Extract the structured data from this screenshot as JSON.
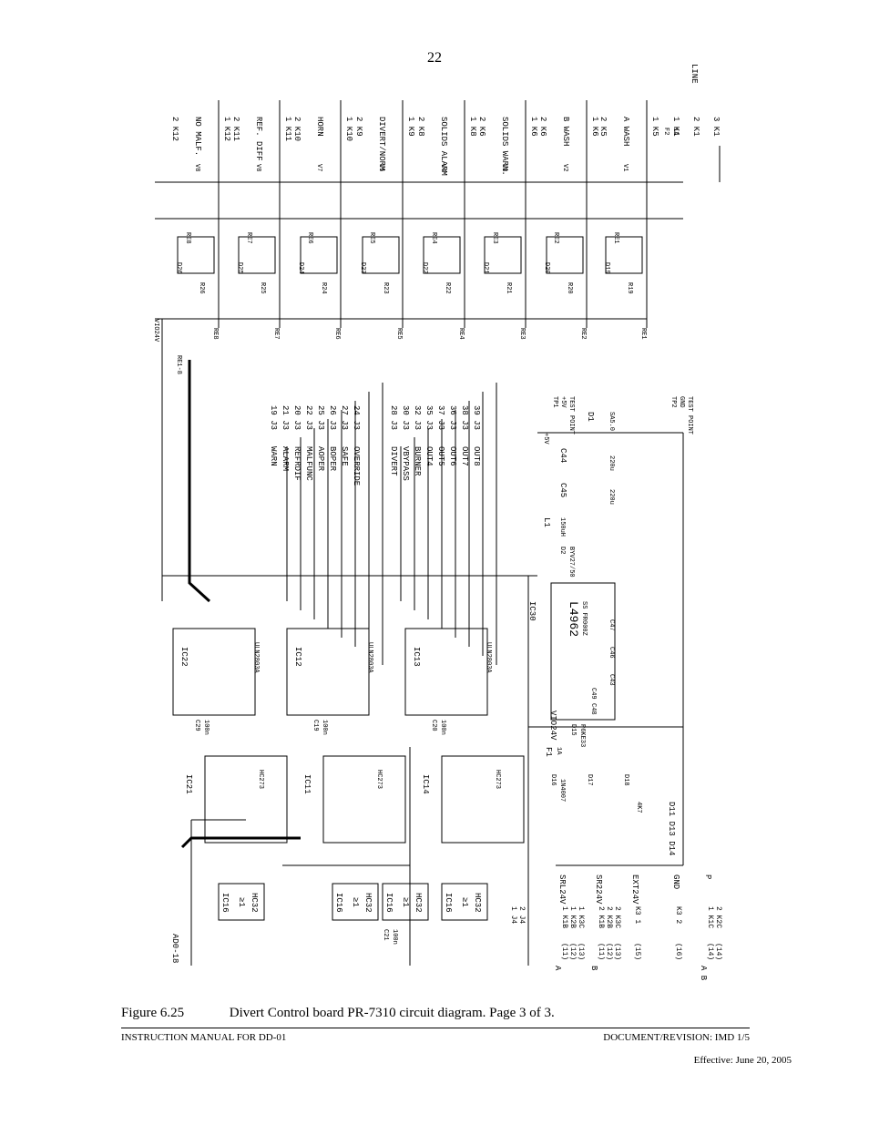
{
  "page_number": "22",
  "schematic": {
    "relay_outputs": [
      {
        "conn": "2 K12",
        "conn2": "1 K12",
        "label": "NO MALF.",
        "relay": "RE8",
        "diode": "D26",
        "res": "R26",
        "rv": "V8"
      },
      {
        "conn": "2 K11",
        "conn2": "1 K11",
        "label": "REF. DIFF",
        "relay": "RE7",
        "diode": "D25",
        "res": "R25",
        "rv": "V8"
      },
      {
        "conn": "2 K10",
        "conn2": "1 K10",
        "label": "HORN",
        "relay": "RE6",
        "diode": "D24",
        "res": "R24",
        "rv": "V7"
      },
      {
        "conn": "2 K9",
        "conn2": "1 K9",
        "label": "DIVERT/NORM",
        "relay": "RE5",
        "diode": "D23",
        "res": "R23",
        "rv": "V5"
      },
      {
        "conn": "2 K8",
        "conn2": "1 K8",
        "label": "SOLIDS ALARM",
        "relay": "RE4",
        "diode": "D22",
        "res": "R22",
        "rv": "V4"
      },
      {
        "conn": "2 K6",
        "conn2": "1 K6",
        "label": "SOLIDS WARN.",
        "relay": "RE3",
        "diode": "D21",
        "res": "R21",
        "rv": "V3"
      },
      {
        "conn": "2 K6",
        "conn2": "1 K6",
        "label": "B WASH",
        "relay": "RE2",
        "diode": "D20",
        "res": "R20",
        "rv": "V2"
      },
      {
        "conn": "2 K5",
        "conn2": "1 K5",
        "label": "A WASH",
        "relay": "RE1",
        "diode": "D19",
        "res": "R19",
        "rv": "V1"
      }
    ],
    "line_conns": [
      "1 K1",
      "2 K1",
      "3 K1"
    ],
    "line_label": "LINE",
    "fuse": "F2",
    "fuse_rating": "1A",
    "relay_bus": "RE1-8",
    "vio24v": "VIO24V",
    "signals_a": [
      {
        "name": "WARN",
        "conn": "19 J3"
      },
      {
        "name": "ALARM",
        "conn": "21 J3"
      },
      {
        "name": "REFRDIF",
        "conn": "20 J3"
      },
      {
        "name": "MALFUNC",
        "conn": "22 J3"
      },
      {
        "name": "AOPER",
        "conn": "25 J3"
      },
      {
        "name": "BOPER",
        "conn": "26 J3"
      },
      {
        "name": "SAFE",
        "conn": "27 J3"
      },
      {
        "name": "OVERRIDE",
        "conn": "24 J3"
      }
    ],
    "signals_b": [
      {
        "name": "DIVERT",
        "conn": "28 J3"
      },
      {
        "name": "VBYPASS",
        "conn": "30 J3"
      },
      {
        "name": "BURNER",
        "conn": "32 J3"
      },
      {
        "name": "OUT4",
        "conn": "35 J3"
      },
      {
        "name": "OUT5",
        "conn": "37 J3"
      },
      {
        "name": "OUT6",
        "conn": "36 J3"
      },
      {
        "name": "OUT7",
        "conn": "38 J3"
      },
      {
        "name": "OUT8",
        "conn": "39 J3"
      }
    ],
    "power": {
      "tp1": "TP1",
      "tp1_desc": "TEST POINT",
      "tp1_sig": "+5V",
      "tp2": "TP2",
      "tp2_desc": "TEST POINT",
      "tp2_sig": "GND",
      "d1": "D1",
      "d1_part": "SA5.0",
      "c44": "C44",
      "c44_val": "220u",
      "c45": "C45",
      "c45_val": "220u",
      "l1": "L1",
      "l1_val": "150uH",
      "d2": "D2",
      "d2_part": "BYV27/50",
      "ic30": "IC30",
      "ic30_part": "L4962",
      "ic30_sub": "SS FR000Z",
      "c43": "C43",
      "c46": "C46",
      "c47": "C47",
      "c48": "C48",
      "c49": "C49",
      "d15": "D15",
      "d15_part": "P6KE33",
      "f1": "F1",
      "f1_val": "1A",
      "vio24v": "VIO24V",
      "plus5v": "+5V"
    },
    "ics": [
      {
        "name": "IC22",
        "part": "ULN2803A"
      },
      {
        "name": "IC12",
        "part": "ULN2803A"
      },
      {
        "name": "IC13",
        "part": "ULN2803A"
      },
      {
        "name": "IC21",
        "part": "HC273"
      },
      {
        "name": "IC11",
        "part": "HC273"
      },
      {
        "name": "IC14",
        "part": "HC273"
      }
    ],
    "gates": [
      {
        "name": "IC16",
        "part": "HC32",
        "sym": "≥1"
      },
      {
        "name": "IC16",
        "part": "HC32",
        "sym": "≥1"
      },
      {
        "name": "IC16",
        "part": "HC32",
        "sym": "≥1"
      },
      {
        "name": "IC16",
        "part": "HC32",
        "sym": "≥1"
      }
    ],
    "bus_label": "AD0-18",
    "caps": [
      {
        "name": "C29",
        "val": "100n"
      },
      {
        "name": "C19",
        "val": "100n"
      },
      {
        "name": "C20",
        "val": "100n"
      },
      {
        "name": "C21",
        "val": "100n"
      }
    ],
    "supply_inputs": [
      {
        "group": "A",
        "pins": [
          "(11)",
          "(12)",
          "(13)"
        ],
        "conns": [
          "1 K1B",
          "1 K2B",
          "1 K3C"
        ],
        "label": "SRL24V"
      },
      {
        "group": "B",
        "pins": [
          "(11)",
          "(12)",
          "(13)"
        ],
        "conns": [
          "2 K1B",
          "2 K2B",
          "2 K3C"
        ],
        "label": "SR224V"
      },
      {
        "group": "",
        "pins": [
          "(15)"
        ],
        "conns": [
          "K3 1"
        ],
        "label": "EXT24V"
      },
      {
        "group": "",
        "pins": [
          "(16)"
        ],
        "conns": [
          "K3 2"
        ],
        "label": "GND"
      },
      {
        "group": "A B",
        "pins": [
          "(14)",
          "(14)"
        ],
        "conns": [
          "1 K1C",
          "2 K2C"
        ],
        "label": "P"
      }
    ],
    "vio_conns": [
      "1 J4",
      "2 J4"
    ],
    "diode_labels": [
      "D16",
      "D17",
      "D18"
    ],
    "diode_part": "1N4007",
    "led_labels": "D11 D13 D14",
    "led_res": "4K7"
  },
  "caption": {
    "figure": "Figure 6.25",
    "text": "Divert Control board PR-7310 circuit diagram. Page 3 of 3."
  },
  "footer": {
    "left": "INSTRUCTION MANUAL FOR DD-01",
    "right": "DOCUMENT/REVISION: IMD 1/5",
    "effective": "Effective: June 20, 2005"
  }
}
